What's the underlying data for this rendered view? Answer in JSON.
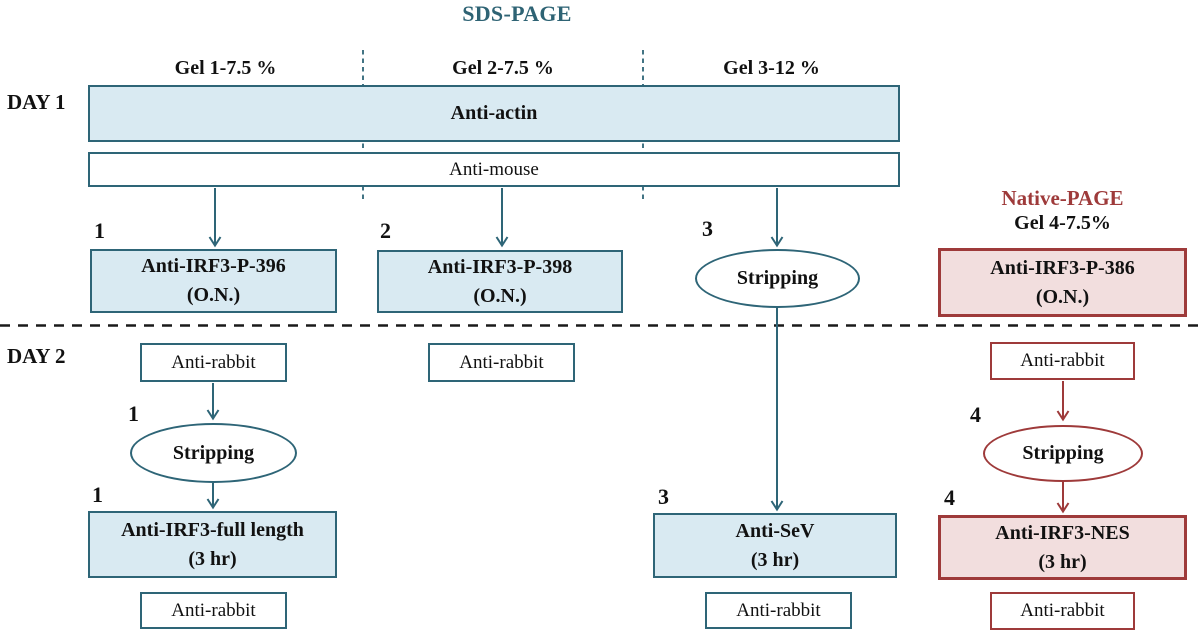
{
  "titles": {
    "sds_page": "SDS-PAGE",
    "native_page": "Native-PAGE",
    "native_gel": "Gel 4-7.5%"
  },
  "gel_headers": [
    "Gel 1-7.5 %",
    "Gel 2-7.5 %",
    "Gel 3-12 %"
  ],
  "days": {
    "day1": "DAY 1",
    "day2": "DAY 2"
  },
  "common": {
    "anti_rabbit": "Anti-rabbit",
    "stripping": "Stripping"
  },
  "day1": {
    "actin_bar": "Anti-actin",
    "mouse_bar": "Anti-mouse",
    "box_396": {
      "num": "1",
      "line1": "Anti-IRF3-P-396",
      "line2": "(O.N.)"
    },
    "box_398": {
      "num": "2",
      "line1": "Anti-IRF3-P-398",
      "line2": "(O.N.)"
    },
    "stripping_num": "3",
    "box_386": {
      "line1": "Anti-IRF3-P-386",
      "line2": "(O.N.)"
    }
  },
  "day2": {
    "stripping1_num": "1",
    "full_length": {
      "num": "1",
      "line1": "Anti-IRF3-full length",
      "line2": "(3 hr)"
    },
    "sev": {
      "num": "3",
      "line1": "Anti-SeV",
      "line2": "(3 hr)"
    },
    "stripping4_num": "4",
    "nes": {
      "num": "4",
      "line1": "Anti-IRF3-NES",
      "line2": "(3 hr)"
    }
  },
  "colors": {
    "teal": "#2e6577",
    "teal_fill": "#d9eaf2",
    "red": "#9e3a3a",
    "red_fill": "#f2dede",
    "ink": "#111111"
  }
}
